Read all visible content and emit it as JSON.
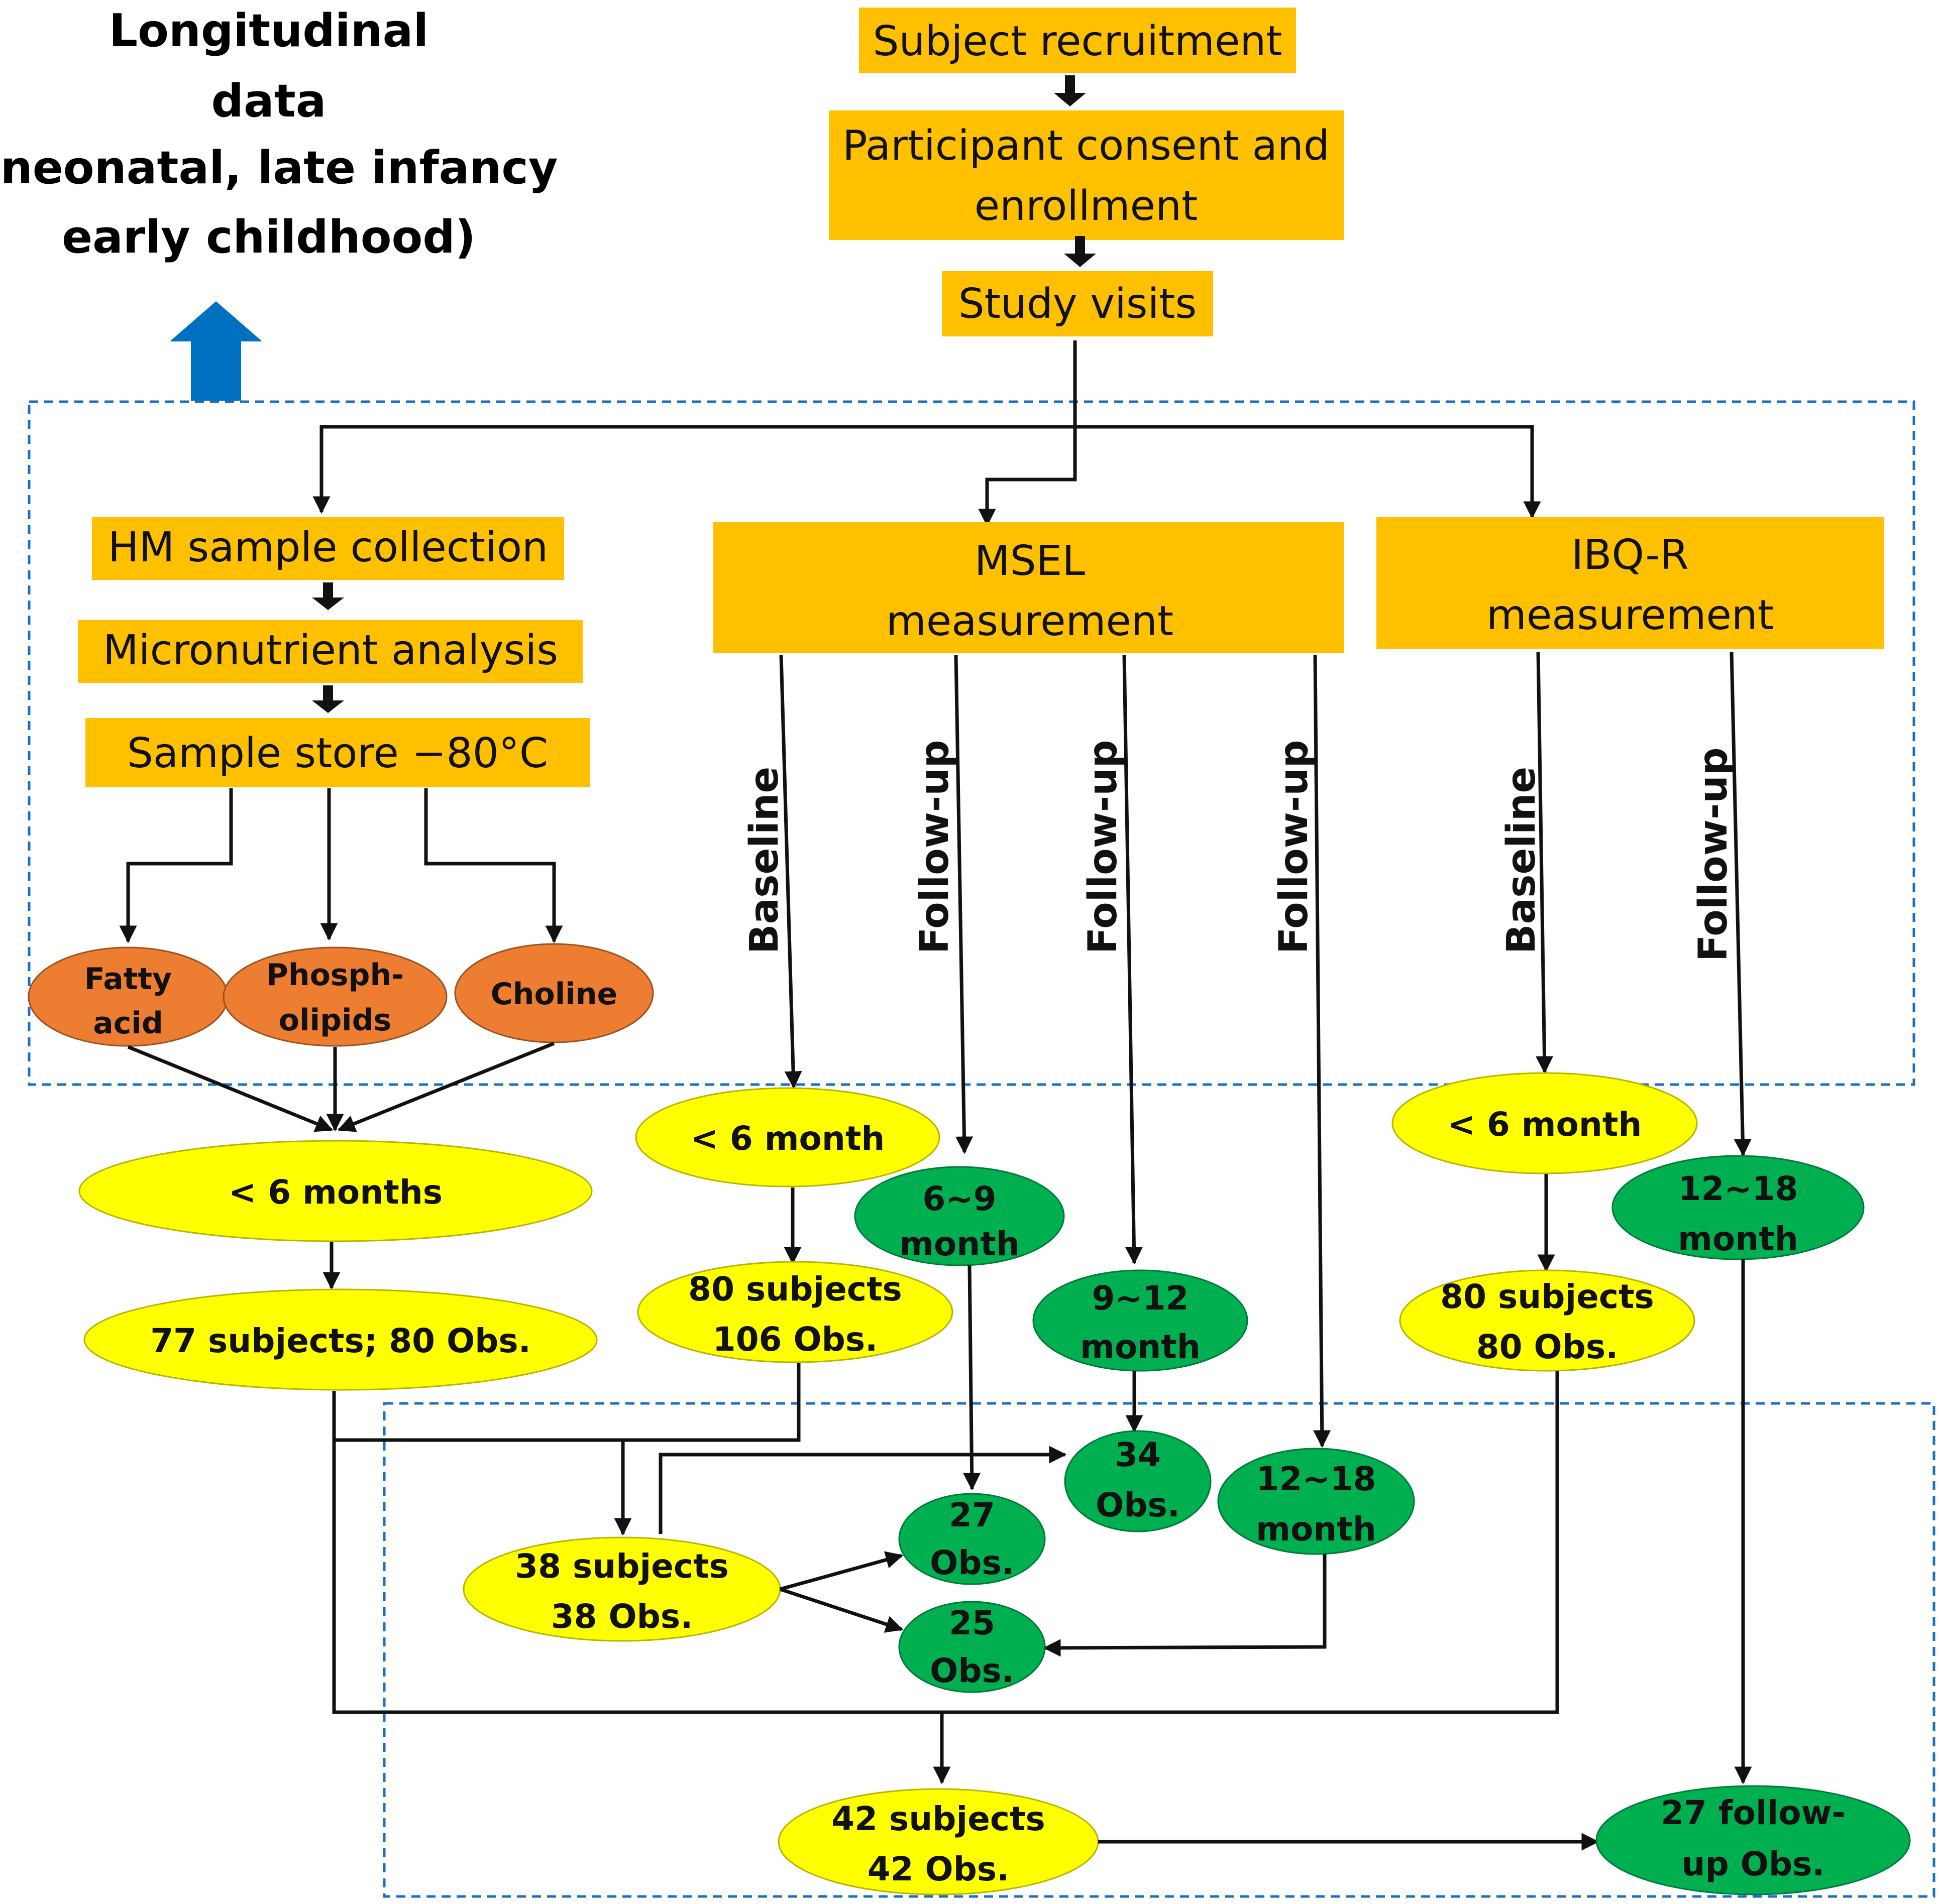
{
  "title": {
    "line1": "Longitudinal",
    "line2": "data",
    "line3": "(neonatal, late infancy",
    "line4": "early childhood)"
  },
  "colors": {
    "orange_box": "#FFC000",
    "orange_oval": "#ED7D31",
    "yellow_oval": "#FFFF00",
    "green_oval": "#00B050",
    "blue_arrow": "#0070C0",
    "dashed_border": "#1A6FC4"
  },
  "top_flow": {
    "recruitment": "Subject recruitment",
    "consent_line1": "Participant consent and",
    "consent_line2": "enrollment",
    "visits": "Study visits"
  },
  "hm_branch": {
    "collection": "HM sample collection",
    "analysis": "Micronutrient analysis",
    "store": "Sample store −80°C",
    "fatty_line1": "Fatty",
    "fatty_line2": "acid",
    "phospho_line1": "Phosph-",
    "phospho_line2": "olipids",
    "choline": "Choline",
    "under6": "< 6 months",
    "subjects": "77 subjects; 80 Obs."
  },
  "msel_branch": {
    "title_line1": "MSEL",
    "title_line2": "measurement",
    "baseline": "Baseline",
    "followup": "Follow-up",
    "under6": "< 6 month",
    "subjects_line1": "80 subjects",
    "subjects_line2": "106 Obs.",
    "m6_9_line1": "6~9",
    "m6_9_line2": "month",
    "m9_12_line1": "9~12",
    "m9_12_line2": "month",
    "m12_18_line1": "12~18",
    "m12_18_line2": "month"
  },
  "ibq_branch": {
    "title_line1": "IBQ-R",
    "title_line2": "measurement",
    "baseline": "Baseline",
    "followup": "Follow-up",
    "under6": "< 6 month",
    "subjects_line1": "80 subjects",
    "subjects_line2": "80 Obs.",
    "m12_18_line1": "12~18",
    "m12_18_line2": "month"
  },
  "outcomes": {
    "s38_line1": "38 subjects",
    "s38_line2": "38 Obs.",
    "obs34_line1": "34",
    "obs34_line2": "Obs.",
    "obs27_line1": "27",
    "obs27_line2": "Obs.",
    "obs25_line1": "25",
    "obs25_line2": "Obs.",
    "s42_line1": "42 subjects",
    "s42_line2": "42 Obs.",
    "follow27_line1": "27 follow-",
    "follow27_line2": "up Obs."
  }
}
